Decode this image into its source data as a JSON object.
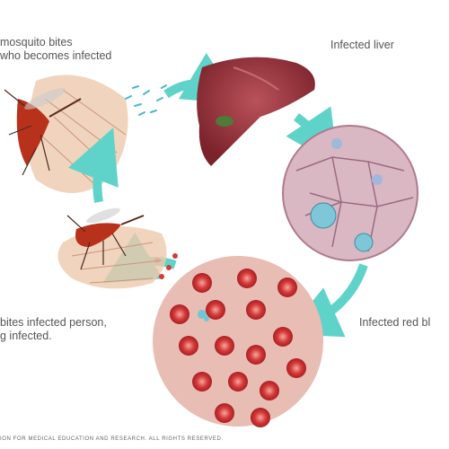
{
  "labels": {
    "top_left": [
      "mosquito bites",
      "who becomes infected"
    ],
    "liver": "Infected liver",
    "red_blood": "Infected red bl",
    "bottom_left": [
      "bites infected person,",
      "g infected."
    ]
  },
  "footer": "ION FOR MEDICAL EDUCATION AND RESEARCH. ALL RIGHTS RESERVED.",
  "colors": {
    "arrow": "#5fd3c9",
    "liver": "#8e2f37",
    "cell_bg": "#d9b8c4",
    "rbc": "#c8262c",
    "skin": "#e8c2a4",
    "mosquito": "#b8321b"
  }
}
